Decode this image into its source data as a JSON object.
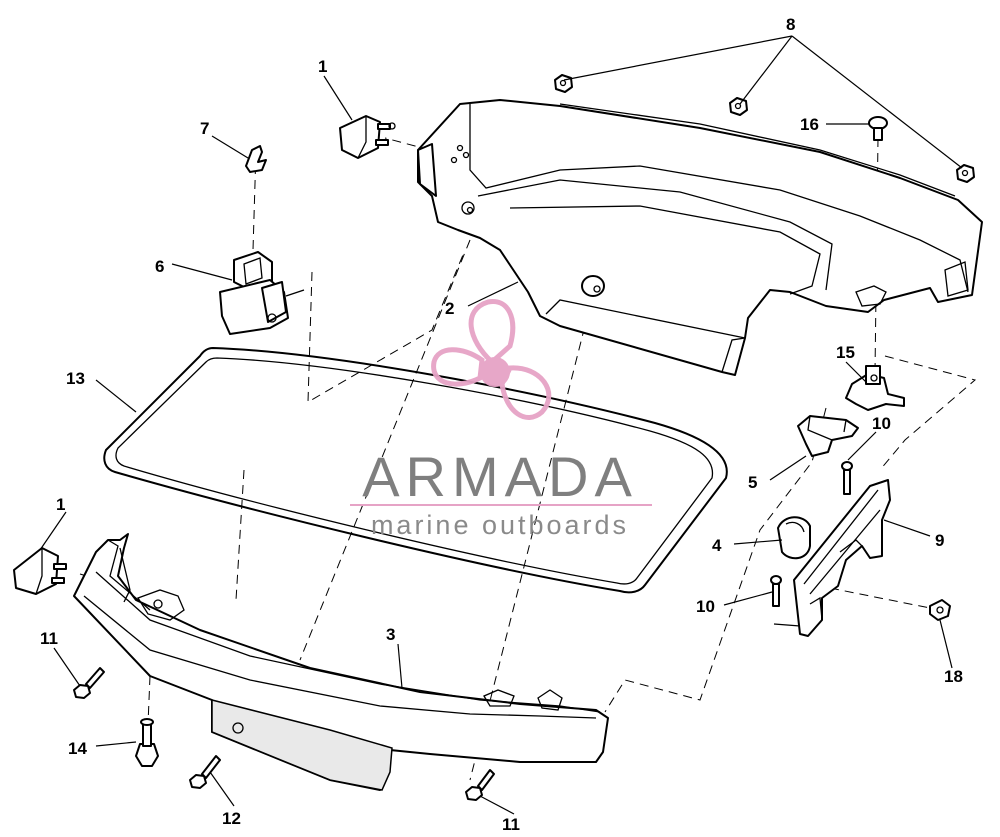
{
  "callouts": {
    "c1_top": "1",
    "c1_left": "1",
    "c2": "2",
    "c3": "3",
    "c4": "4",
    "c5": "5",
    "c6": "6",
    "c7": "7",
    "c8": "8",
    "c9": "9",
    "c10_right": "10",
    "c10_lower": "10",
    "c11_left": "11",
    "c11_bottom": "11",
    "c12": "12",
    "c13": "13",
    "c14": "14",
    "c15": "15",
    "c16": "16",
    "c18": "18"
  },
  "watermark": {
    "brand": "ARMADA",
    "tagline": "marine outboards",
    "logo_icon": "propeller-icon",
    "logo_color": "#e6a3c6",
    "text_color": "#808080"
  }
}
